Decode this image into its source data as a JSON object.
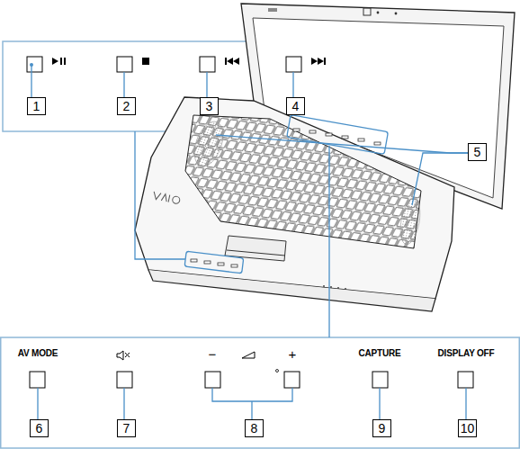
{
  "diagram": {
    "labels": [
      "1",
      "2",
      "3",
      "4",
      "5",
      "AV MODE",
      "−",
      "+",
      "CAPTURE",
      "DISPLAY OFF",
      "6",
      "7",
      "8",
      "9",
      "10"
    ]
  }
}
